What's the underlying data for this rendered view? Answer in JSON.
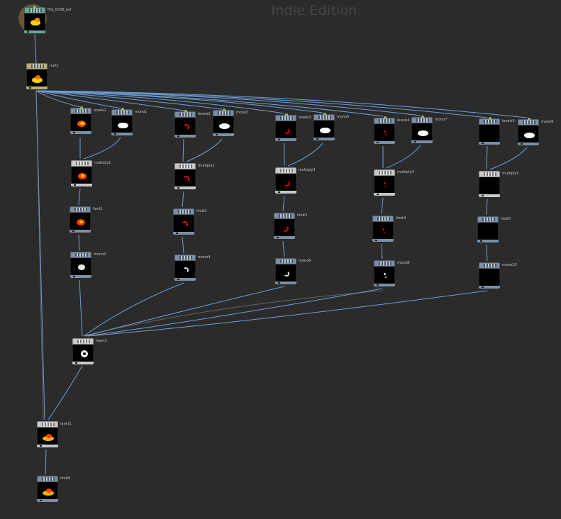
{
  "watermark": "Indie Edition",
  "nodes": {
    "fire": "fire_0036_exr",
    "null1": "null1",
    "levels1": "levels1",
    "levels2": "levels2",
    "levels3": "levels3",
    "levels4": "levels4",
    "levels5": "levels5",
    "mono1": "mono1",
    "mono3": "mono3",
    "mono5": "mono5",
    "mono7": "mono7",
    "mono9": "mono9",
    "multiply1": "multiply1",
    "multiply2": "multiply2",
    "multiply3": "multiply3",
    "multiply4": "multiply4",
    "multiply5": "multiply5",
    "limit1": "limit1",
    "limit2": "limit2",
    "limit3": "limit3",
    "limit4": "limit4",
    "limit5": "limit5",
    "mono2": "mono2",
    "mono4": "mono4",
    "mono6": "mono6",
    "mono8": "mono8",
    "mono10": "mono10",
    "layer2": "layer2",
    "layer1": "layer1",
    "limit6": "limit6"
  },
  "colors": {
    "background": "#2b2b2b",
    "wire_blue": "#6f9fd8",
    "wire_grey": "#8a8a8a",
    "watermark": "#454545"
  }
}
